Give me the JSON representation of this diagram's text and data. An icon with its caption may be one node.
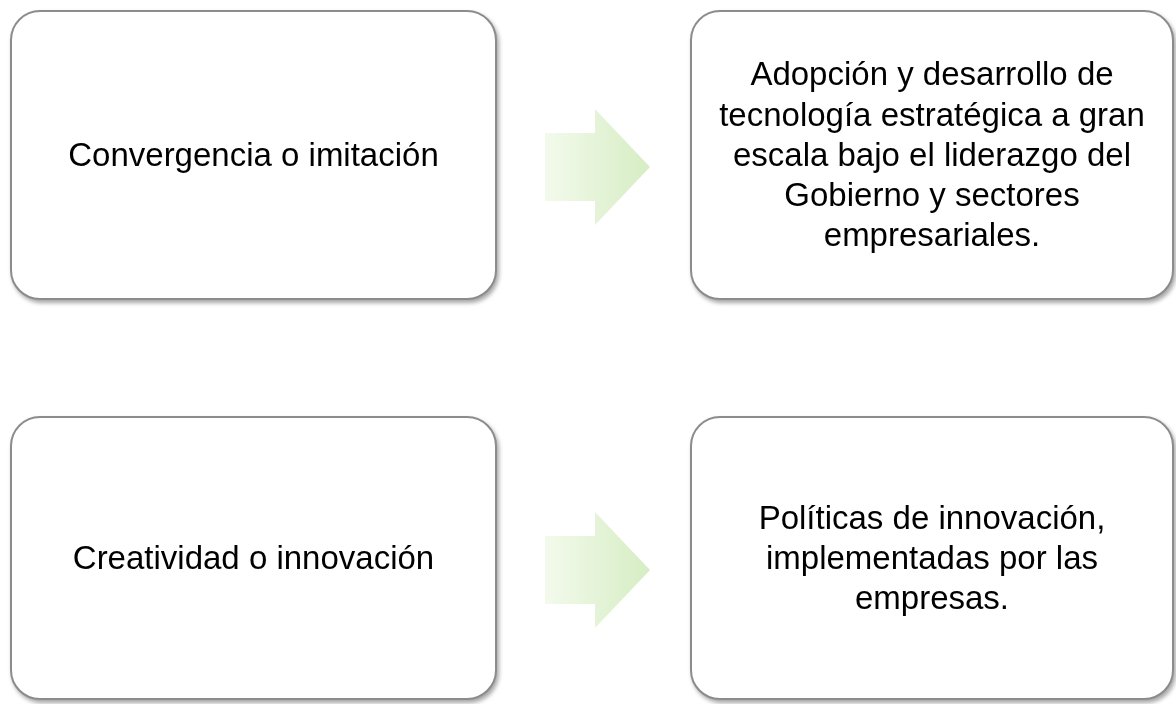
{
  "diagram": {
    "nodes": [
      {
        "text": [
          "Convergencia o imitación"
        ]
      },
      {
        "text": [
          "Adopción y desarrollo de tecnología estratégica a gran escala bajo el liderazgo del Gobierno y sectores empresariales."
        ]
      },
      {
        "text": [
          "Creatividad o innovación"
        ]
      },
      {
        "text": [
          "Políticas de innovación, implementadas por las empresas."
        ]
      }
    ],
    "edges": [
      {
        "from": 0,
        "to": 1,
        "arrow": "to"
      },
      {
        "from": 2,
        "to": 3,
        "arrow": "to"
      }
    ]
  }
}
